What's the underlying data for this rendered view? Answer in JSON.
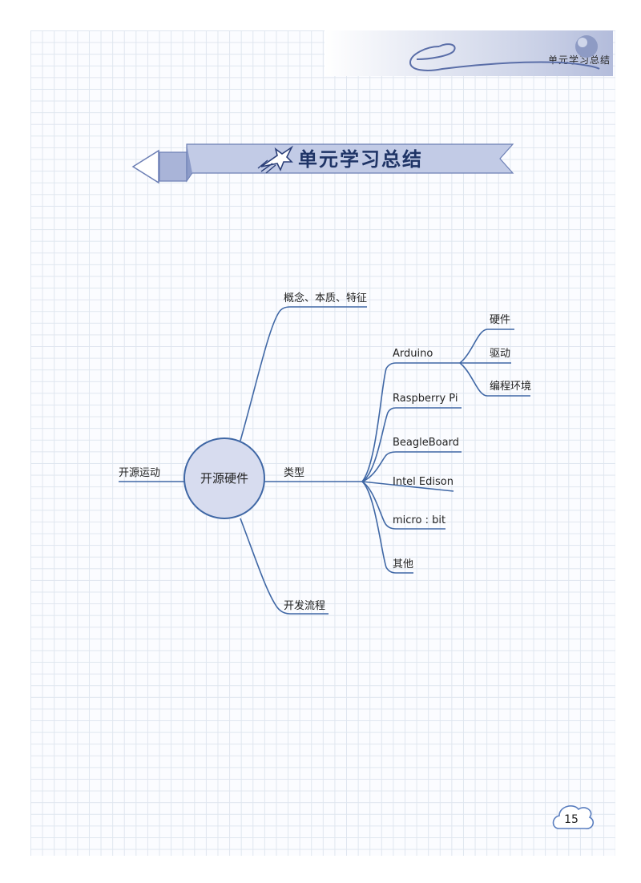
{
  "header": {
    "title": "单元学习总结"
  },
  "section": {
    "title": "单元学习总结"
  },
  "mindmap": {
    "center": "开源硬件",
    "left": "开源运动",
    "branches": {
      "concept": "概念、本质、特征",
      "types": "类型",
      "process": "开发流程"
    },
    "types": {
      "arduino": "Arduino",
      "raspberry": "Raspberry Pi",
      "beagle": "BeagleBoard",
      "edison": "Intel Edison",
      "microbit": "micro : bit",
      "other": "其他"
    },
    "arduino": {
      "hardware": "硬件",
      "driver": "驱动",
      "env": "编程环境"
    }
  },
  "page": {
    "number": "15"
  }
}
